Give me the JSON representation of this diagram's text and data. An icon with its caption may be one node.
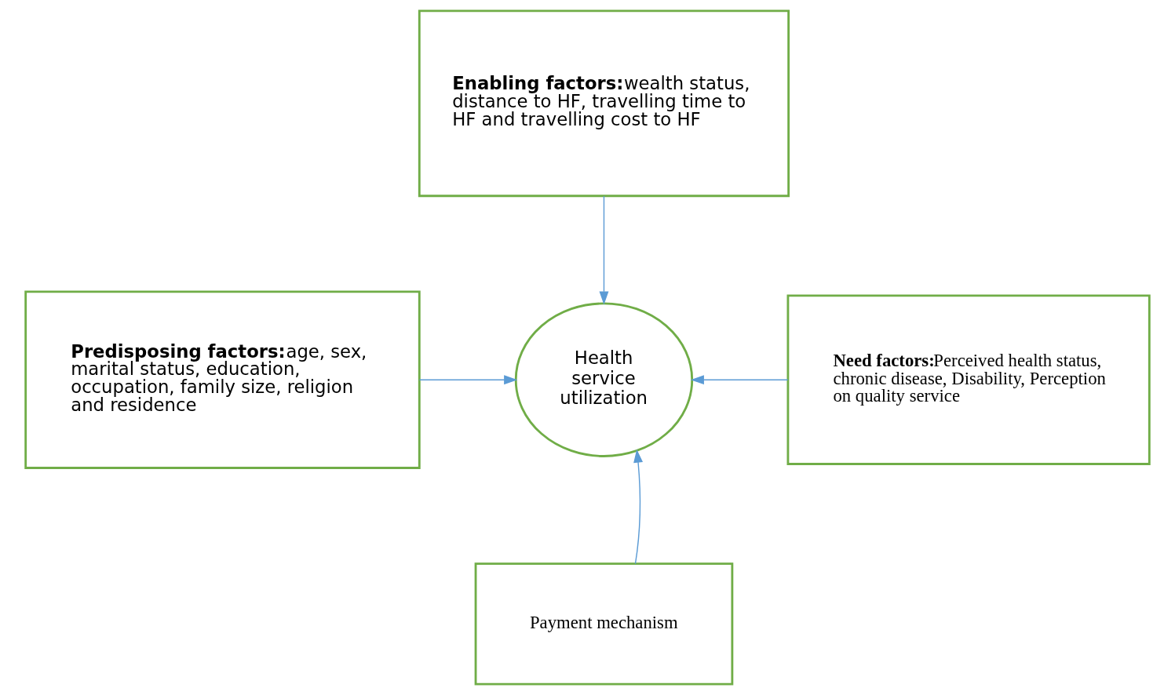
{
  "diagram": {
    "nodes": [
      {
        "text": [
          "Enabling factors:",
          "wealth status, distance to HF, travelling time to HF and travelling cost to HF"
        ]
      },
      {
        "text": [
          "Predisposing factors:",
          "age, sex, marital status, education, occupation, family size, religion and residence"
        ]
      },
      {
        "text": [
          "Health service utilization"
        ]
      },
      {
        "text": [
          "Need factors:",
          "Perceived health status, chronic disease, Disability, Perception on quality service"
        ]
      },
      {
        "text": [
          "Payment mechanism"
        ]
      }
    ],
    "edges": [
      {
        "from": 0,
        "to": 2,
        "arrow": "to"
      },
      {
        "from": 1,
        "to": 2,
        "arrow": "to"
      },
      {
        "from": 3,
        "to": 2,
        "arrow": "to"
      },
      {
        "from": 4,
        "to": 2,
        "arrow": "to"
      }
    ]
  }
}
